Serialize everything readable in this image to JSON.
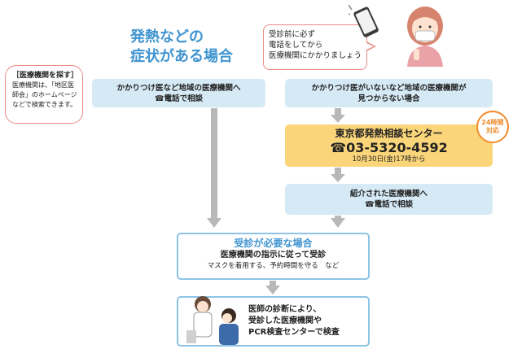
{
  "title": {
    "line1": "発熱などの",
    "line2": "症状がある場合"
  },
  "search_note": {
    "heading": "［医療機関を探す］",
    "line1": "医療機関は、「地区医",
    "line2": "師会」のホームページ",
    "line3": "などで検索できます。"
  },
  "speech": {
    "line1": "受診前に必ず",
    "line2": "電話をしてから",
    "line3": "医療機関にかかりましょう"
  },
  "left_path": {
    "line1": "かかりつけ医など地域の医療機関へ",
    "line2": "☎電話で相談"
  },
  "right_path": {
    "line1": "かかりつけ医がいないなど地域の医療機関が",
    "line2": "見つからない場合"
  },
  "center": {
    "name": "東京都発熱相談センター",
    "phone": "☎03-5320-4592",
    "start": "10月30日(金)17時から"
  },
  "badge": {
    "line1": "24時間",
    "line2": "対応"
  },
  "introduced": {
    "line1": "紹介された医療機関へ",
    "line2": "☎電話で相談"
  },
  "needed": {
    "heading": "受診が必要な場合",
    "instruction": "医療機関の指示に従って受診",
    "note": "マスクを着用する、予約時間を守る　など"
  },
  "final": {
    "line1": "医師の診断により、",
    "line2": "受診した医療機関や",
    "line3": "PCR検査センターで検査"
  },
  "colors": {
    "accent": "#3f94d0",
    "box_fill": "#d6eaf6",
    "center_fill": "#fbd57a",
    "badge": "#f08a2b",
    "arrow": "#b8b8b8",
    "callout_border": "#e98a84"
  }
}
